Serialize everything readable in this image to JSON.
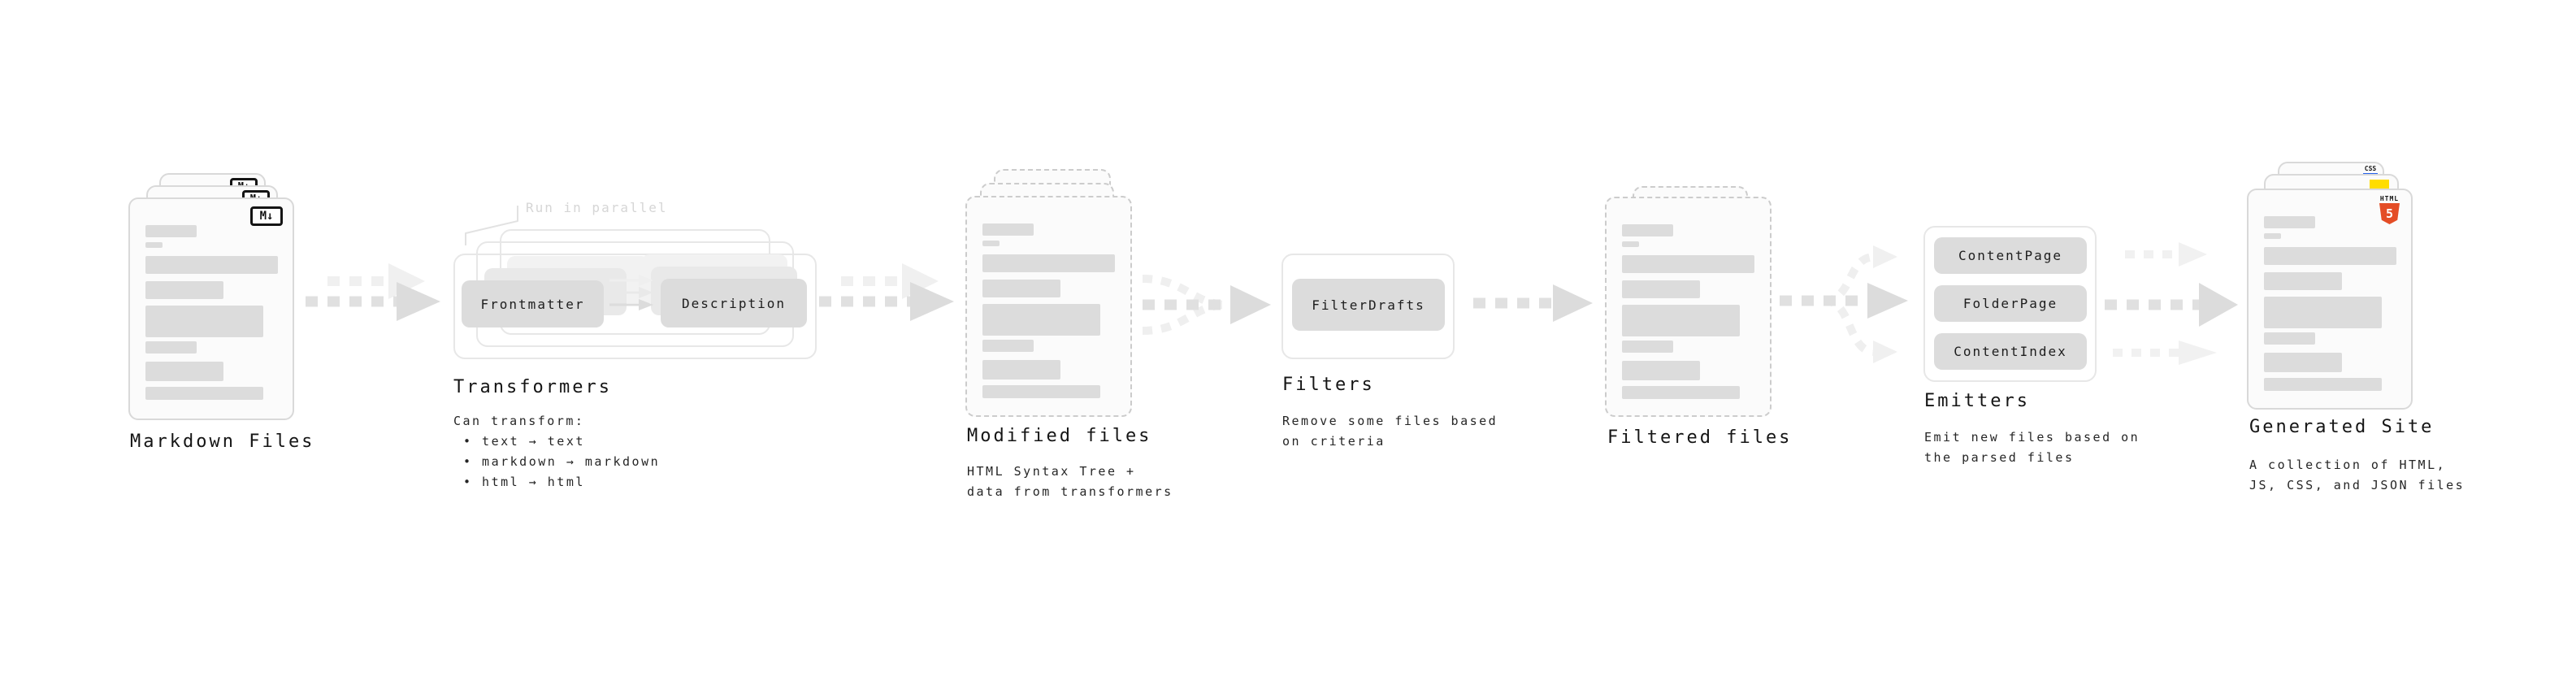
{
  "sections": {
    "markdown_files": {
      "label": "Markdown Files",
      "badge": "M↓"
    },
    "transformers": {
      "annotation": "Run in parallel",
      "steps": [
        "Frontmatter",
        "Description"
      ],
      "label": "Transformers",
      "description_title": "Can transform:",
      "bullets": [
        "• text → text",
        "• markdown → markdown",
        "• html → html"
      ]
    },
    "modified_files": {
      "label": "Modified files",
      "description": [
        "HTML Syntax Tree +",
        "data from transformers"
      ]
    },
    "filters": {
      "box": "FilterDrafts",
      "label": "Filters",
      "description": [
        "Remove some files based",
        "on criteria"
      ]
    },
    "filtered_files": {
      "label": "Filtered files"
    },
    "emitters": {
      "boxes": [
        "ContentPage",
        "FolderPage",
        "ContentIndex"
      ],
      "label": "Emitters",
      "description": [
        "Emit new files based on",
        "the parsed files"
      ]
    },
    "generated_site": {
      "label": "Generated Site",
      "description": [
        "A collection of HTML,",
        "JS, CSS, and JSON files"
      ],
      "icons": {
        "html": {
          "text": "HTML",
          "number": "5",
          "color": "#e44d26"
        },
        "js": {
          "color": "#ffdd00"
        },
        "css": {
          "text": "CSS",
          "color": "#2563eb"
        }
      }
    }
  },
  "colors": {
    "card_bg": "#fbfbfb",
    "card_border": "#d9d9d9",
    "dashed_border": "#cccccc",
    "skeleton_bar": "#dcdcdc",
    "pill_bg": "#dcdcdc",
    "arrow_dark": "#e0e0e0",
    "arrow_light": "#f0f0f0",
    "annotation_text": "#d6d6d6"
  }
}
